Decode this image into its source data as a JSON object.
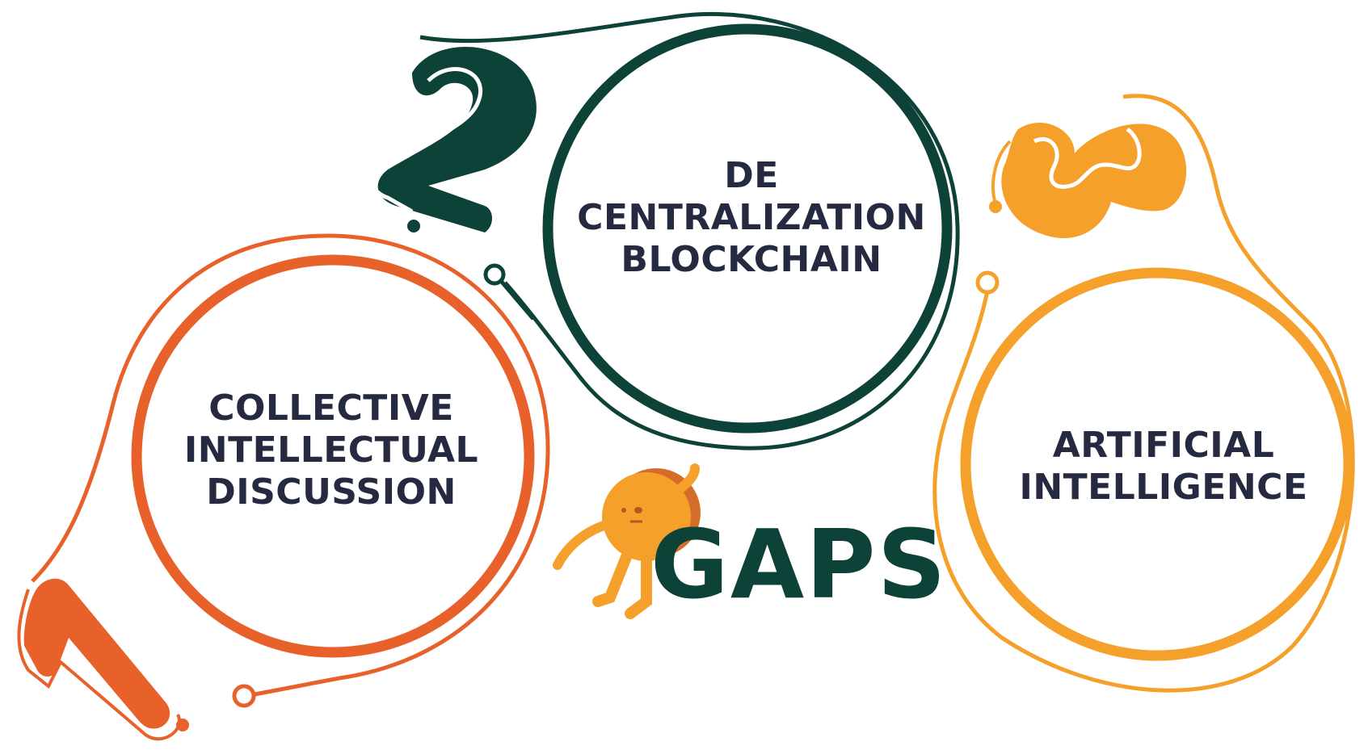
{
  "colors": {
    "orange_red": "#e8612a",
    "dark_green": "#0d4239",
    "amber": "#f4a02a",
    "text": "#262a40"
  },
  "nodes": [
    {
      "number": "1",
      "lines": [
        "COLLECTIVE",
        "INTELLECTUAL",
        "DISCUSSION"
      ]
    },
    {
      "number": "2",
      "lines": [
        "DE",
        "CENTRALIZATION",
        "BLOCKCHAIN"
      ]
    },
    {
      "number": "3",
      "lines": [
        "ARTIFICIAL",
        "INTELLIGENCE"
      ]
    }
  ],
  "brand": {
    "name": "GAPS"
  },
  "icons": [
    "mascot-icon"
  ]
}
